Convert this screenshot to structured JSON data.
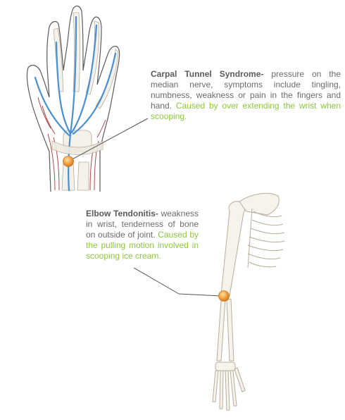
{
  "colors": {
    "bone_outline": "#b8ad98",
    "nerve": "#4a8fd0",
    "muscle": "#a83636",
    "hand_outline": "#5a5a5a",
    "marker": "#f0a040",
    "cause_text": "#8cc63f",
    "body_text": "#6b6b6b",
    "leader_line": "#555555"
  },
  "callouts": {
    "carpal": {
      "term": "Carpal Tunnel Syndrome-",
      "description": " pressure on the median nerve, symptoms include tingling, numbness, weakness or pain in the fingers and hand. ",
      "cause": "Caused by over extending the wrist when scooping."
    },
    "elbow": {
      "term": "Elbow Tendonitis-",
      "description": " weakness in wrist, tenderness of bone on outside of joint. ",
      "cause": "Caused by the pulling motion involved in scooping ice cream."
    }
  },
  "markers": [
    {
      "name": "wrist-marker",
      "target": "carpal"
    },
    {
      "name": "elbow-marker",
      "target": "elbow"
    }
  ]
}
